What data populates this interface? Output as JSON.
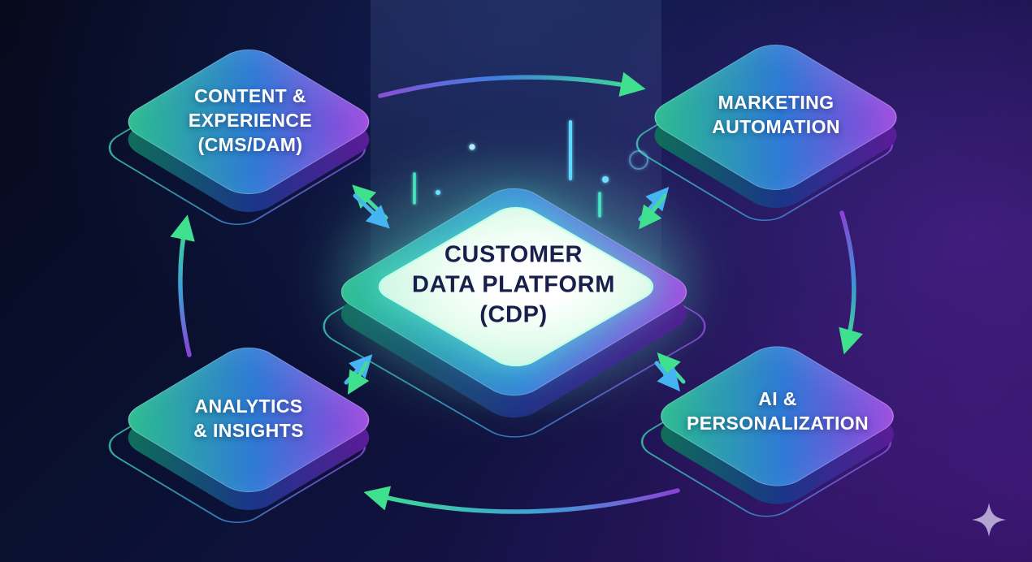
{
  "diagram": {
    "title": "Customer Data Platform (CDP) ecosystem diagram",
    "center_node": {
      "id": "customer-data-platform",
      "lines": [
        "CUSTOMER",
        "DATA PLATFORM",
        "(CDP)"
      ],
      "text_color": "#181f4b",
      "fill": "mint-white glow",
      "border_color": "#baffe7"
    },
    "nodes": [
      {
        "id": "content-experience",
        "position": "top-left",
        "lines": [
          "CONTENT &",
          "EXPERIENCE",
          "(CMS/DAM)"
        ]
      },
      {
        "id": "marketing-automation",
        "position": "top-right",
        "lines": [
          "MARKETING",
          "AUTOMATION"
        ]
      },
      {
        "id": "analytics-insights",
        "position": "bottom-left",
        "lines": [
          "ANALYTICS",
          "& INSIGHTS"
        ]
      },
      {
        "id": "ai-personalization",
        "position": "bottom-right",
        "lines": [
          "AI &",
          "PERSONALIZATION"
        ]
      }
    ],
    "connections": {
      "bidirectional_arrows": [
        {
          "between": [
            "customer-data-platform",
            "content-experience"
          ],
          "head_colors": [
            "green",
            "blue"
          ]
        },
        {
          "between": [
            "customer-data-platform",
            "marketing-automation"
          ],
          "head_colors": [
            "blue",
            "green"
          ]
        },
        {
          "between": [
            "customer-data-platform",
            "analytics-insights"
          ],
          "head_colors": [
            "blue",
            "green"
          ]
        },
        {
          "between": [
            "customer-data-platform",
            "ai-personalization"
          ],
          "head_colors": [
            "green",
            "blue"
          ]
        }
      ],
      "cycle_arcs": [
        {
          "id": "arc-top",
          "from": "content-experience",
          "to": "marketing-automation",
          "direction": "clockwise"
        },
        {
          "id": "arc-right",
          "from": "marketing-automation",
          "to": "ai-personalization",
          "direction": "clockwise"
        },
        {
          "id": "arc-bottom",
          "from": "ai-personalization",
          "to": "analytics-insights",
          "direction": "clockwise"
        },
        {
          "id": "arc-left",
          "from": "analytics-insights",
          "to": "content-experience",
          "direction": "clockwise"
        }
      ]
    },
    "colors": {
      "background_navy": "#0b1134",
      "background_purple": "#22104a",
      "node_gradient": [
        "#2ac387",
        "#2e7ad5",
        "#a43ade"
      ],
      "node_text": "#ffffff",
      "arc_gradient": [
        "#8a4fd8",
        "#3f7fe0",
        "#3ddf8e"
      ],
      "arrow_green": "#3fe08e",
      "arrow_blue": "#45b4f2",
      "center_glow": "#6effcd",
      "sparkle": "#b3a4d4"
    },
    "icons": [
      {
        "name": "sparkle-icon",
        "position": "bottom-right-corner"
      }
    ]
  }
}
